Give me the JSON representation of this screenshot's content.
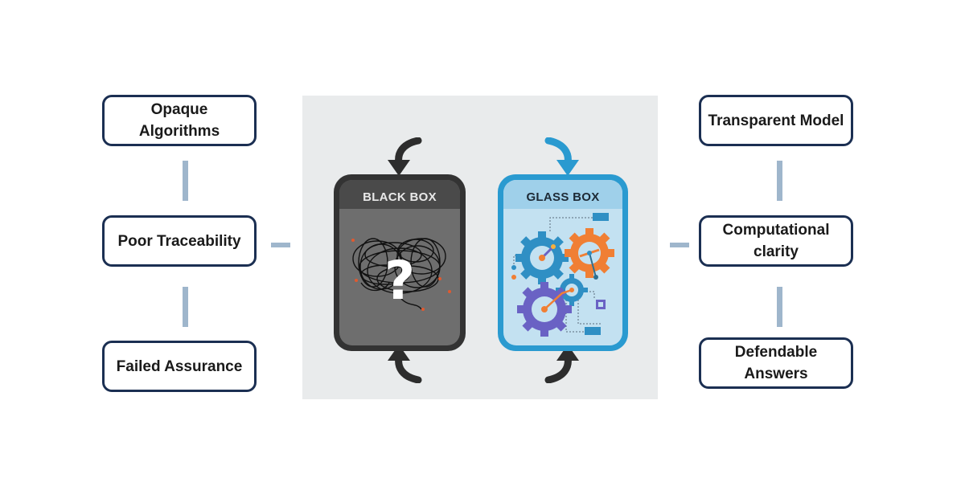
{
  "left_column": {
    "items": [
      {
        "label": "Opaque Algorithms"
      },
      {
        "label": "Poor Traceability"
      },
      {
        "label": "Failed Assurance"
      }
    ]
  },
  "right_column": {
    "items": [
      {
        "label": "Transparent Model"
      },
      {
        "label": "Computational clarity"
      },
      {
        "label": "Defendable Answers"
      }
    ]
  },
  "center_panel": {
    "black_box": {
      "title": "BLACK BOX",
      "icon": "question-mark-tangle",
      "frame_color": "#333333",
      "fill_color": "#6b6b6b"
    },
    "glass_box": {
      "title": "GLASS BOX",
      "icon": "gears-circuit",
      "frame_color": "#2a9ad0",
      "fill_color": "#bfe0f0"
    }
  },
  "colors": {
    "node_border": "#1b2f52",
    "connector": "#9fb6cc",
    "panel_bg": "#e9ebec",
    "gear_blue": "#2f8fc4",
    "gear_orange": "#f07f34",
    "gear_purple": "#6a62c4"
  }
}
